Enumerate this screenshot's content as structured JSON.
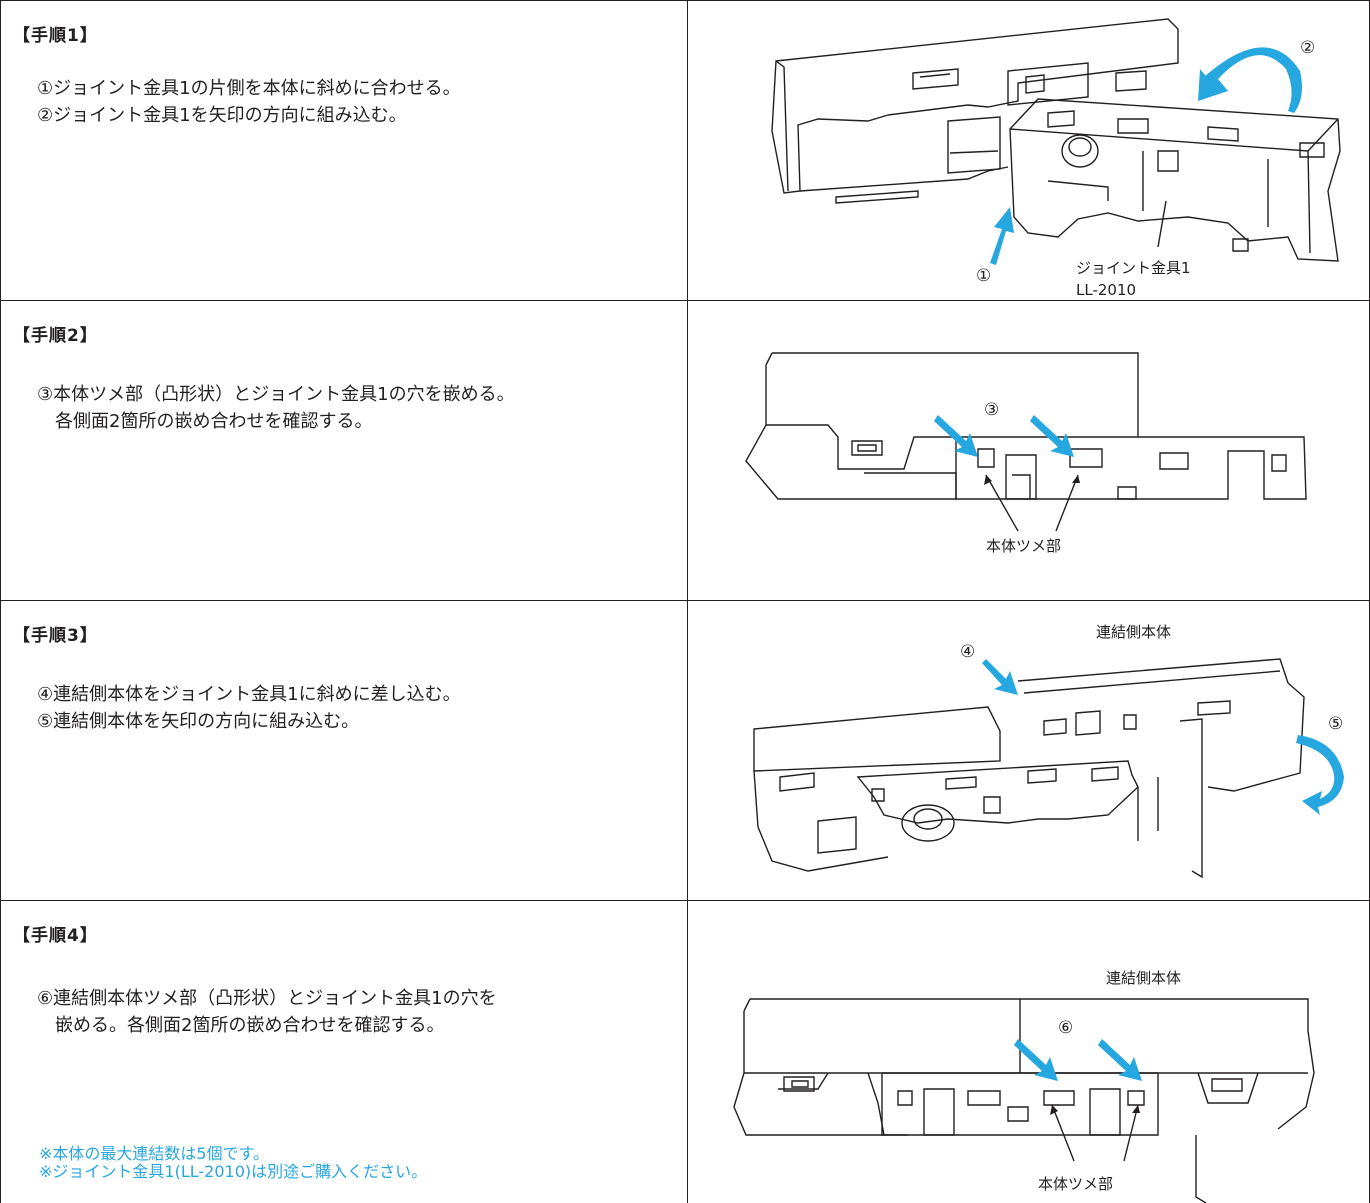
{
  "steps": [
    {
      "heading": "【手順1】",
      "lines": [
        "①ジョイント金具1の片側を本体に斜めに合わせる。",
        "②ジョイント金具1を矢印の方向に組み込む。"
      ],
      "figure": {
        "labels": [
          "ジョイント金具1",
          "LL-2010"
        ],
        "markers": [
          "①",
          "②"
        ]
      }
    },
    {
      "heading": "【手順2】",
      "lines": [
        "③本体ツメ部（凸形状）とジョイント金具1の穴を嵌める。",
        "　各側面2箇所の嵌め合わせを確認する。"
      ],
      "figure": {
        "labels": [
          "本体ツメ部"
        ],
        "markers": [
          "③"
        ]
      }
    },
    {
      "heading": "【手順3】",
      "lines": [
        "④連結側本体をジョイント金具1に斜めに差し込む。",
        "⑤連結側本体を矢印の方向に組み込む。"
      ],
      "figure": {
        "labels": [
          "連結側本体"
        ],
        "markers": [
          "④",
          "⑤"
        ]
      }
    },
    {
      "heading": "【手順4】",
      "lines": [
        "⑥連結側本体ツメ部（凸形状）とジョイント金具1の穴を",
        "　嵌める。各側面2箇所の嵌め合わせを確認する。"
      ],
      "notes": [
        "※本体の最大連結数は5個です。",
        "※ジョイント金具1(LL-2010)は別途ご購入ください。"
      ],
      "figure": {
        "labels": [
          "連結側本体",
          "本体ツメ部"
        ],
        "markers": [
          "⑥"
        ]
      }
    }
  ],
  "colors": {
    "accent_arrow": "#27a7e0",
    "line": "#231f20",
    "note_text": "#27a7e0"
  }
}
